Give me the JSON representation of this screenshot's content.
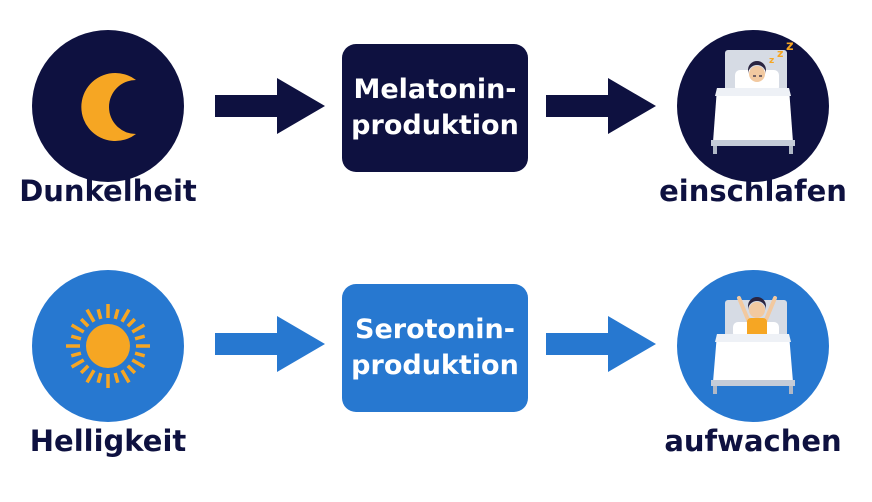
{
  "colors": {
    "dark": "#0e1140",
    "blue": "#2778d0",
    "sun": "#f6a623",
    "white": "#ffffff"
  },
  "rows": [
    {
      "source_label": "Dunkelheit",
      "source_icon": "moon-icon",
      "process_label": "Melatonin-\nproduktion",
      "result_label": "einschlafen",
      "result_icon": "sleeping-in-bed-icon"
    },
    {
      "source_label": "Helligkeit",
      "source_icon": "sun-icon",
      "process_label": "Serotonin-\nproduktion",
      "result_label": "aufwachen",
      "result_icon": "waking-up-in-bed-icon"
    }
  ]
}
